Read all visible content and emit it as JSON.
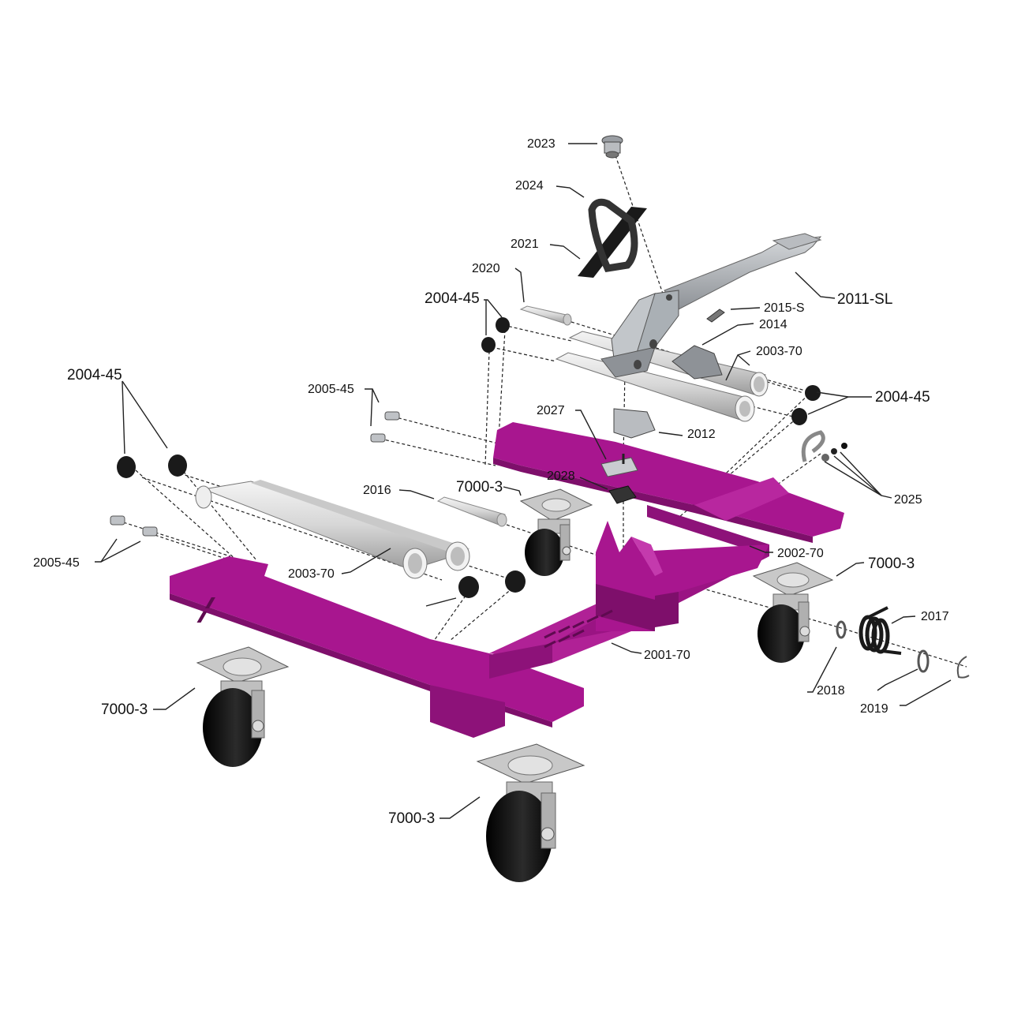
{
  "diagram": {
    "type": "exploded-parts-diagram",
    "colors": {
      "frame": "#a8168f",
      "frame_shade": "#7e0f6b",
      "frame_light": "#c43aad",
      "handle": "#9a9ea3",
      "handle_light": "#c9ccd0",
      "tube": "#dcdcdc",
      "bushing": "#1a1a1a",
      "wheel": "#111111",
      "caster_plate": "#c8c8c8",
      "leader": "#222222"
    },
    "icons": [
      "exploded-frame-icon",
      "caster-wheel-icon",
      "roller-tube-icon",
      "tow-handle-icon",
      "spring-icon"
    ]
  },
  "labels": [
    {
      "id": "2023",
      "text": "2023"
    },
    {
      "id": "2024",
      "text": "2024"
    },
    {
      "id": "2021",
      "text": "2021"
    },
    {
      "id": "2020",
      "text": "2020"
    },
    {
      "id": "2011-SL",
      "text": "2011-SL"
    },
    {
      "id": "2004-45-a",
      "text": "2004-45"
    },
    {
      "id": "2015-S",
      "text": "2015-S"
    },
    {
      "id": "2014",
      "text": "2014"
    },
    {
      "id": "2003-70-a",
      "text": "2003-70"
    },
    {
      "id": "2004-45-b",
      "text": "2004-45"
    },
    {
      "id": "2005-45-a",
      "text": "2005-45"
    },
    {
      "id": "2004-45-c",
      "text": "2004-45"
    },
    {
      "id": "2027",
      "text": "2027"
    },
    {
      "id": "2012",
      "text": "2012"
    },
    {
      "id": "2028",
      "text": "2028"
    },
    {
      "id": "2016",
      "text": "2016"
    },
    {
      "id": "7000-3-a",
      "text": "7000-3"
    },
    {
      "id": "2025",
      "text": "2025"
    },
    {
      "id": "2002-70",
      "text": "2002-70"
    },
    {
      "id": "7000-3-b",
      "text": "7000-3"
    },
    {
      "id": "2005-45-b",
      "text": "2005-45"
    },
    {
      "id": "2003-70-b",
      "text": "2003-70"
    },
    {
      "id": "2017",
      "text": "2017"
    },
    {
      "id": "2001-70",
      "text": "2001-70"
    },
    {
      "id": "2018",
      "text": "2018"
    },
    {
      "id": "2019",
      "text": "2019"
    },
    {
      "id": "7000-3-c",
      "text": "7000-3"
    },
    {
      "id": "7000-3-d",
      "text": "7000-3"
    }
  ]
}
